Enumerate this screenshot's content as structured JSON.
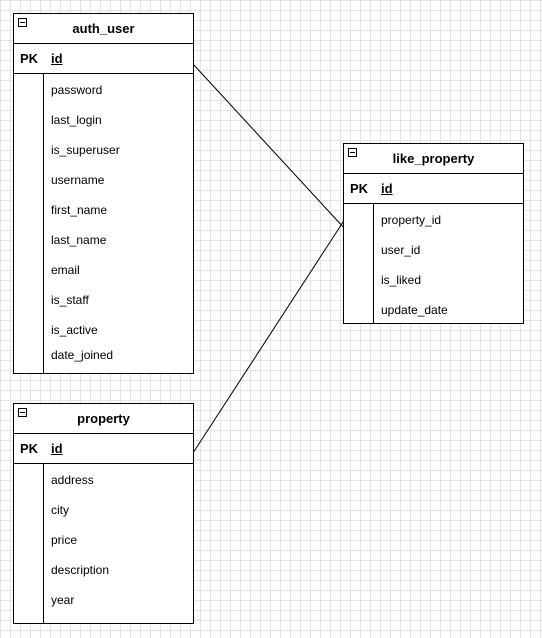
{
  "tables": {
    "auth_user": {
      "title": "auth_user",
      "pk_label": "PK",
      "pk_field": "id",
      "fields": [
        "password",
        "last_login",
        "is_superuser",
        "username",
        "first_name",
        "last_name",
        "email",
        "is_staff",
        "is_active",
        "date_joined"
      ]
    },
    "like_property": {
      "title": "like_property",
      "pk_label": "PK",
      "pk_field": "id",
      "fields": [
        "property_id",
        "user_id",
        "is_liked",
        "update_date"
      ]
    },
    "property": {
      "title": "property",
      "pk_label": "PK",
      "pk_field": "id",
      "fields": [
        "address",
        "city",
        "price",
        "description",
        "year"
      ]
    }
  }
}
